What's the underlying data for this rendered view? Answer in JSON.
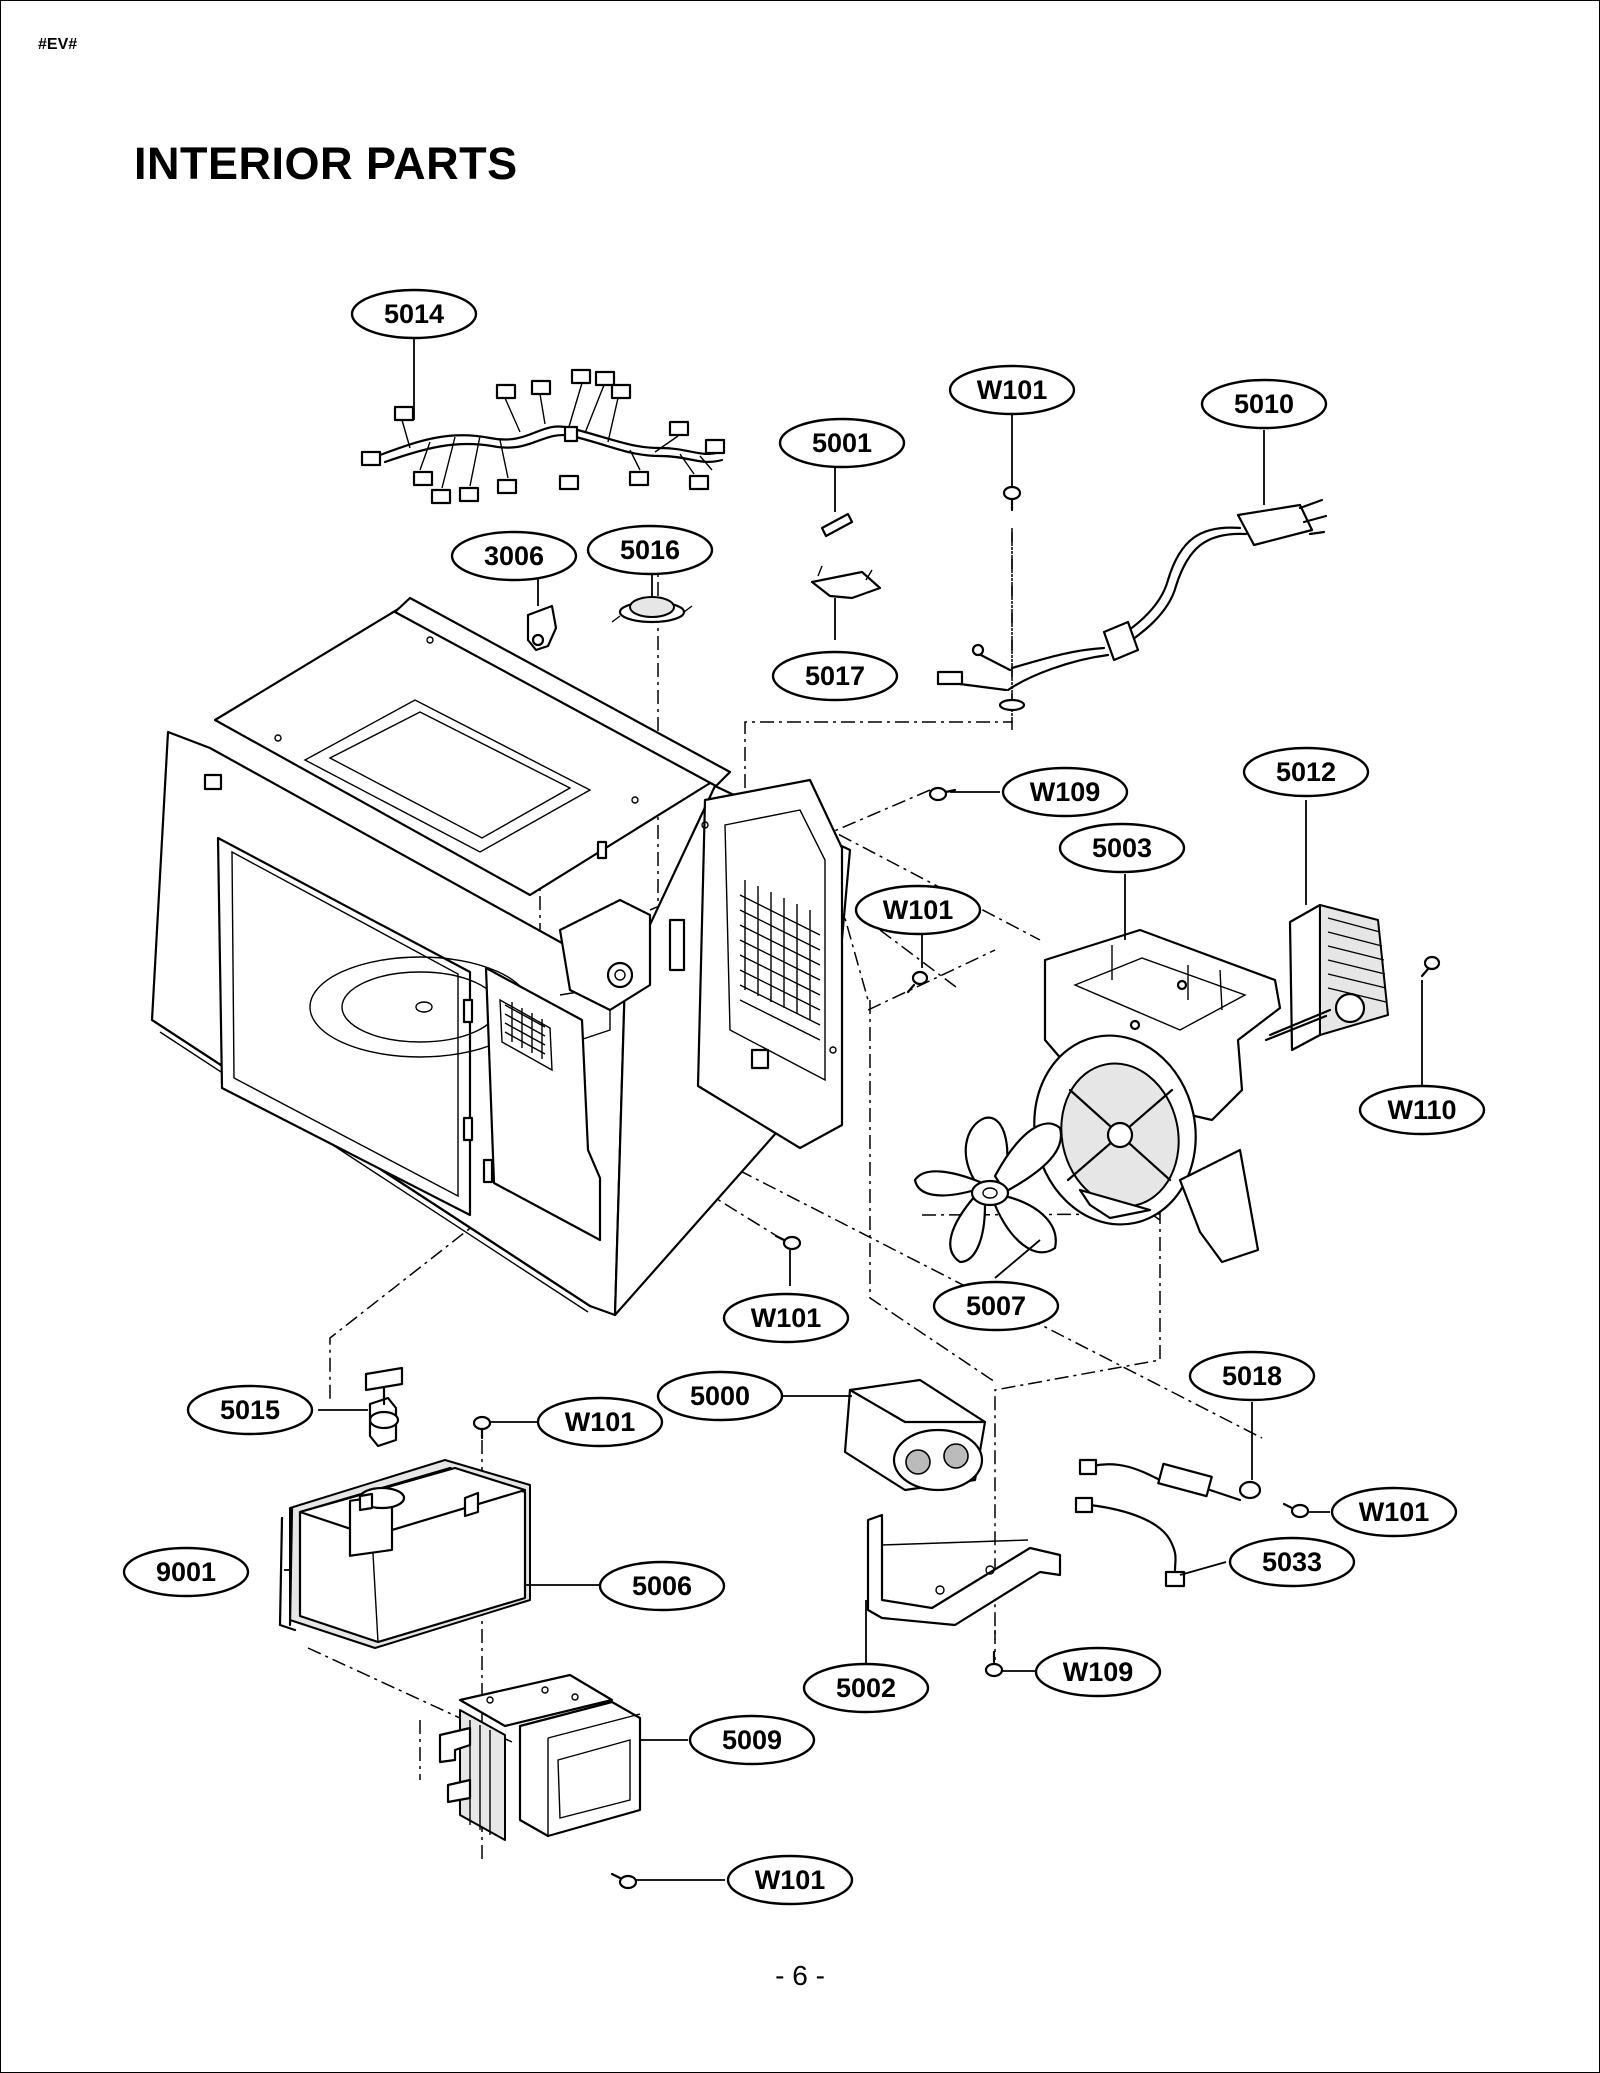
{
  "header": {
    "doc_code": "#EV#",
    "title": "INTERIOR PARTS"
  },
  "footer": {
    "page_number": "- 6 -"
  },
  "callouts": {
    "c5014": "5014",
    "c3006": "3006",
    "c5016": "5016",
    "c5001": "5001",
    "c5017": "5017",
    "cW101top": "W101",
    "c5010": "5010",
    "cW109a": "W109",
    "c5012": "5012",
    "c5003": "5003",
    "cW101mid": "W101",
    "cW110": "W110",
    "cW101cav": "W101",
    "c5007": "5007",
    "c5015": "5015",
    "cW101lft": "W101",
    "c5000": "5000",
    "c5018": "5018",
    "cW101rt": "W101",
    "c9001": "9001",
    "c5006": "5006",
    "c5033": "5033",
    "c5002": "5002",
    "cW109b": "W109",
    "c5009": "5009",
    "cW101bot": "W101"
  }
}
